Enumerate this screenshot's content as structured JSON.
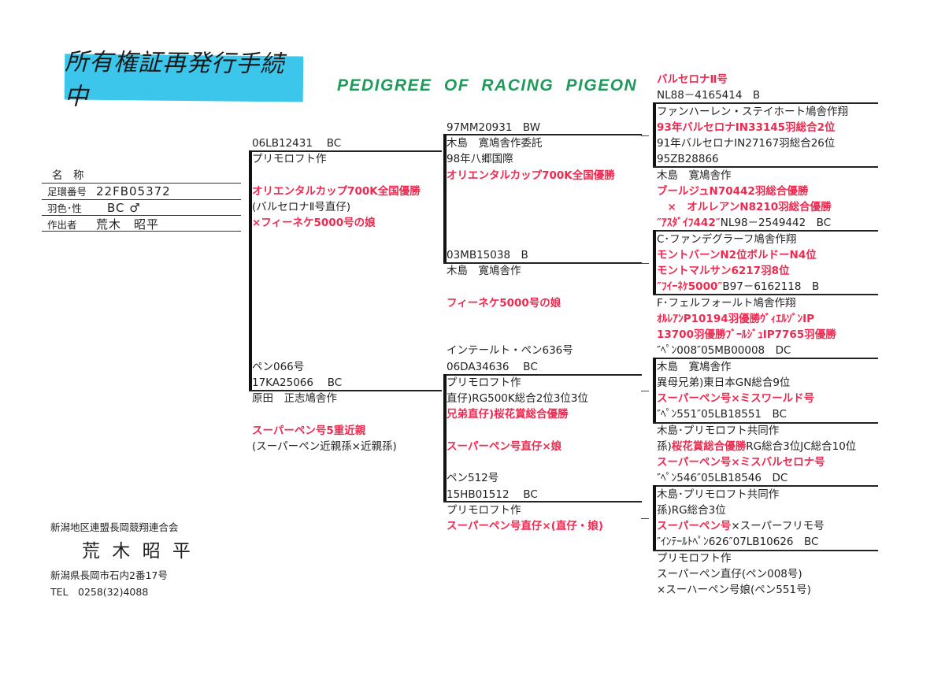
{
  "sticky_note": "所有権証再発行手続中",
  "title": "PEDIGREE OF RACING PIGEON",
  "subject": {
    "name_label": "名　称",
    "ring_label": "足環番号",
    "ring": "22FB05372",
    "color_label": "羽色･性",
    "color": "BC ♂",
    "breeder_label": "作出者",
    "breeder": "荒木　昭平"
  },
  "footer": {
    "club": "新潟地区連盟長岡競翔連合会",
    "owner": "荒 木 昭 平",
    "address": "新潟県長岡市石内2番17号",
    "tel": "TEL　0258(32)4088"
  },
  "sire": {
    "lines": [
      [
        {
          "t": "06LB12431　 BC"
        }
      ],
      [
        {
          "t": "プリモロフト作"
        }
      ],
      [],
      [
        {
          "t": "オリエンタルカップ700K全国優勝",
          "red": true
        }
      ],
      [
        {
          "t": "(バルセロナⅡ号直仔)"
        }
      ],
      [
        {
          "t": "×フィーネケ5000号の娘",
          "red": true
        }
      ]
    ]
  },
  "dam": {
    "lines": [
      [
        {
          "t": "ペン066号"
        }
      ],
      [
        {
          "t": "17KA25066　 BC"
        }
      ],
      [
        {
          "t": "原田　正志鳩舎作"
        }
      ],
      [],
      [
        {
          "t": "スーパーペン号5重近親",
          "red": true
        }
      ],
      [
        {
          "t": "(スーパーペン近親孫×近親孫)"
        }
      ]
    ]
  },
  "sire_sire": {
    "lines": [
      [
        {
          "t": "97MM20931　BW"
        }
      ],
      [
        {
          "t": "木島　寛鳩舎作委託"
        }
      ],
      [
        {
          "t": "98年八郷国際"
        }
      ],
      [
        {
          "t": "オリエンタルカップ700K全国優勝",
          "red": true
        }
      ]
    ]
  },
  "sire_dam": {
    "lines": [
      [
        {
          "t": "03MB15038　B"
        }
      ],
      [
        {
          "t": "木島　寛鳩舎作"
        }
      ],
      [],
      [
        {
          "t": "フィーネケ5000号の娘",
          "red": true
        }
      ]
    ]
  },
  "dam_sire": {
    "lines": [
      [
        {
          "t": "インテールト・ペン636号"
        }
      ],
      [
        {
          "t": "06DA34636　 BC"
        }
      ],
      [
        {
          "t": "プリモロフト作"
        }
      ],
      [
        {
          "t": "直仔)RG500K総合2位3位3位"
        }
      ],
      [
        {
          "t": "兄弟直仔)桜花賞総合優勝",
          "red": true
        }
      ],
      [],
      [
        {
          "t": "スーパーペン号直仔×娘",
          "red": true
        }
      ]
    ]
  },
  "dam_dam": {
    "lines": [
      [
        {
          "t": "ペン512号"
        }
      ],
      [
        {
          "t": "15HB01512　 BC"
        }
      ],
      [
        {
          "t": "プリモロフト作"
        }
      ],
      [
        {
          "t": "スーパーペン号直仔×(直仔・娘)",
          "red": true
        }
      ]
    ]
  },
  "grandparents": {
    "lines": [
      [
        {
          "t": "バルセロナⅡ号",
          "red": true
        }
      ],
      [
        {
          "t": "NL88－4165414　B"
        }
      ],
      [
        {
          "t": "ファンハーレン・ステイホート鳩舎作翔"
        }
      ],
      [
        {
          "t": "93年バルセロナIN33145羽総合2位",
          "red": true
        }
      ],
      [
        {
          "t": "91年バルセロナIN27167羽総合26位"
        }
      ],
      [
        {
          "t": "95ZB28866"
        }
      ],
      [
        {
          "t": "木島　寛鳩舎作"
        }
      ],
      [
        {
          "t": "ブールジュN70442羽総合優勝",
          "red": true
        }
      ],
      [
        {
          "t": "　×　オルレアンN8210羽総合優勝",
          "red": true
        }
      ],
      [
        {
          "t": "″ｱｽﾀﾞｲﾌ442″",
          "red": true
        },
        {
          "t": "NL98－2549442　BC"
        }
      ],
      [
        {
          "t": "C･ファンデグラーフ鳩舎作翔"
        }
      ],
      [
        {
          "t": "モントバーンN2位ボルドーN4位",
          "red": true
        }
      ],
      [
        {
          "t": "モントマルサン6217羽8位",
          "red": true
        }
      ],
      [
        {
          "t": "″ﾌｲｰﾈｹ5000″",
          "red": true
        },
        {
          "t": "B97－6162118　B"
        }
      ],
      [
        {
          "t": "F･フェルフォールト鳩舎作翔"
        }
      ],
      [
        {
          "t": "ｵﾙﾚｱﾝP10194羽優勝ｳﾞｨｴﾙｿﾞﾝIP",
          "red": true
        }
      ],
      [
        {
          "t": "13700羽優勝ﾌﾞｰﾙｼﾞｭIP7765羽優勝",
          "red": true
        }
      ],
      [
        {
          "t": "″ﾍﾟﾝ008″05MB00008　DC"
        }
      ],
      [
        {
          "t": "木島　寛鳩舎作"
        }
      ],
      [
        {
          "t": "異母兄弟)東日本GN総合9位"
        }
      ],
      [
        {
          "t": "スーパーペン号×ミスワールド号",
          "red": true
        }
      ],
      [
        {
          "t": "″ﾍﾟﾝ551″05LB18551　BC"
        }
      ],
      [
        {
          "t": "木島･プリモロフト共同作"
        }
      ],
      [
        {
          "t": "孫)"
        },
        {
          "t": "桜花賞総合優勝",
          "red": true
        },
        {
          "t": "RG総合3位JC総合10位"
        }
      ],
      [
        {
          "t": "スーパーペン号×ミスバルセロナ号",
          "red": true
        }
      ],
      [
        {
          "t": "″ﾍﾟﾝ546″05LB18546　DC"
        }
      ],
      [
        {
          "t": "木島･プリモロフト共同作"
        }
      ],
      [
        {
          "t": "孫)RG総合3位"
        }
      ],
      [
        {
          "t": "スーパーペン号",
          "red": true
        },
        {
          "t": "×スーパーフリモ号"
        }
      ],
      [
        {
          "t": "″ｲﾝﾃｰﾙﾄﾍﾟﾝ626″07LB10626　BC"
        }
      ],
      [
        {
          "t": "プリモロフト作"
        }
      ],
      [
        {
          "t": "スーパーペン直仔(ペン008号)"
        }
      ],
      [
        {
          "t": "×スーハーペン号娘(ペン551号)"
        }
      ]
    ]
  }
}
